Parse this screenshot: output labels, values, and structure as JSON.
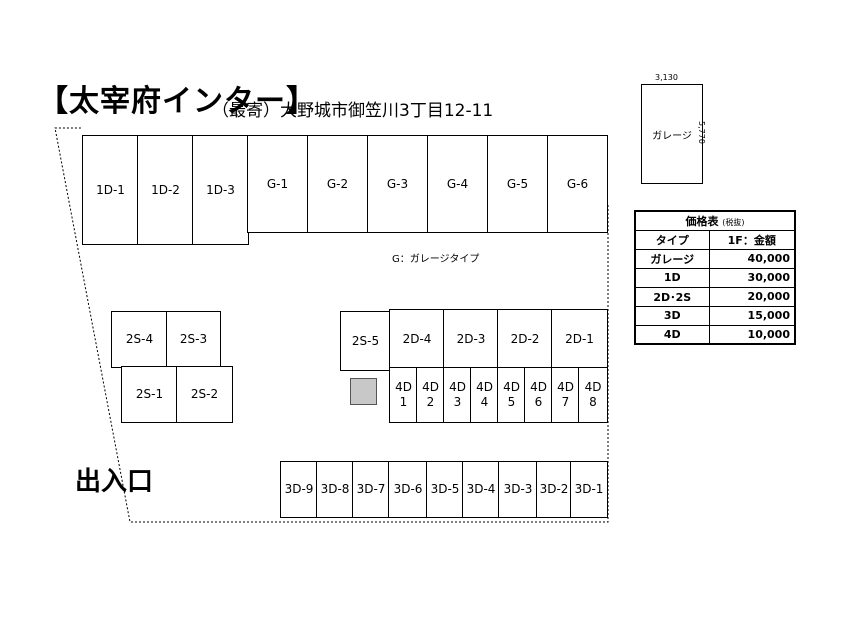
{
  "header": {
    "title": "【太宰府インター】",
    "address": "（最寄）大野城市御笠川3丁目12-11"
  },
  "lot": {
    "row_1d": [
      "1D-1",
      "1D-2",
      "1D-3"
    ],
    "row_g": [
      "G-1",
      "G-2",
      "G-3",
      "G-4",
      "G-5",
      "G-6"
    ],
    "legend": "G：ガレージタイプ",
    "row_2s_top": [
      "2S-4",
      "2S-3"
    ],
    "row_2s_bottom": [
      "2S-1",
      "2S-2"
    ],
    "stall_2s5": "2S-5",
    "row_2d": [
      "2D-4",
      "2D-3",
      "2D-2",
      "2D-1"
    ],
    "row_4d": [
      "4D\n1",
      "4D\n2",
      "4D\n3",
      "4D\n4",
      "4D\n5",
      "4D\n6",
      "4D\n7",
      "4D\n8"
    ],
    "row_3d": [
      "3D-9",
      "3D-8",
      "3D-7",
      "3D-6",
      "3D-5",
      "3D-4",
      "3D-3",
      "3D-2",
      "3D-1"
    ],
    "entrance": "出入口"
  },
  "garage_diagram": {
    "label": "ガレージ",
    "width_dim": "3,130",
    "depth_dim": "5,770"
  },
  "price_table": {
    "title": "価格表",
    "title_note": "(税抜)",
    "col_type": "タイプ",
    "col_price": "1F：金額",
    "rows": [
      {
        "type": "ガレージ",
        "price": "40,000"
      },
      {
        "type": "1D",
        "price": "30,000"
      },
      {
        "type": "2D･2S",
        "price": "20,000"
      },
      {
        "type": "3D",
        "price": "15,000"
      },
      {
        "type": "4D",
        "price": "10,000"
      }
    ]
  }
}
